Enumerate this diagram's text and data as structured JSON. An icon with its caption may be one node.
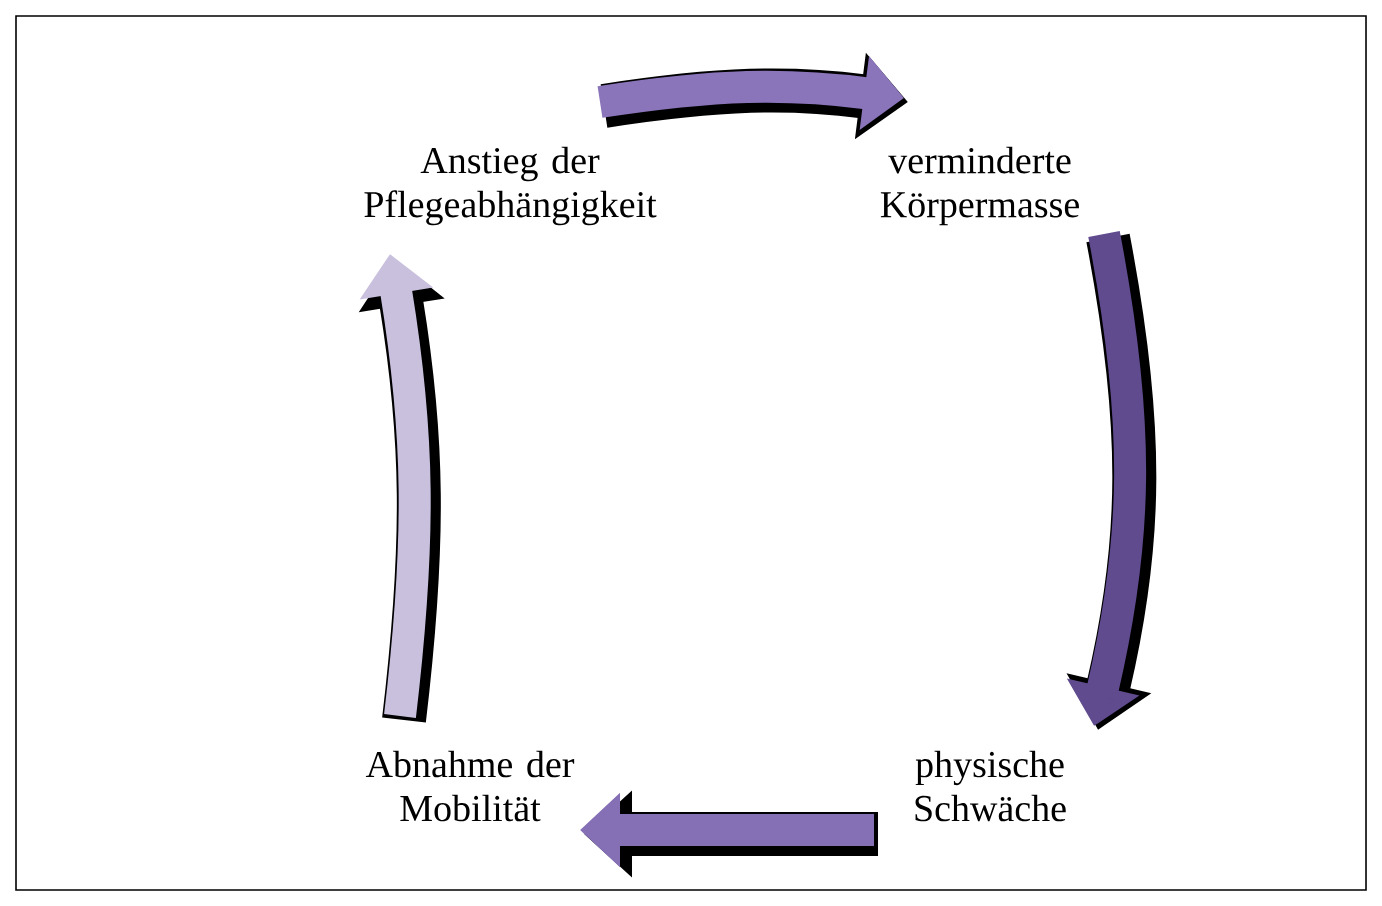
{
  "diagram": {
    "nodes": [
      {
        "text": [
          "Anstieg der Pflegeabhängigkeit"
        ]
      },
      {
        "text": [
          "verminderte Körpermasse"
        ]
      },
      {
        "text": [
          "physische Schwäche"
        ]
      },
      {
        "text": [
          "Abnahme der Mobilität"
        ]
      }
    ],
    "edges": [
      {
        "from": 0,
        "to": 1,
        "arrow": "to",
        "color": "#8a74ba"
      },
      {
        "from": 1,
        "to": 2,
        "arrow": "to",
        "color": "#5f4b8e"
      },
      {
        "from": 2,
        "to": 3,
        "arrow": "to",
        "color": "#8670b5"
      },
      {
        "from": 3,
        "to": 0,
        "arrow": "to",
        "color": "#c9c0de"
      }
    ]
  }
}
